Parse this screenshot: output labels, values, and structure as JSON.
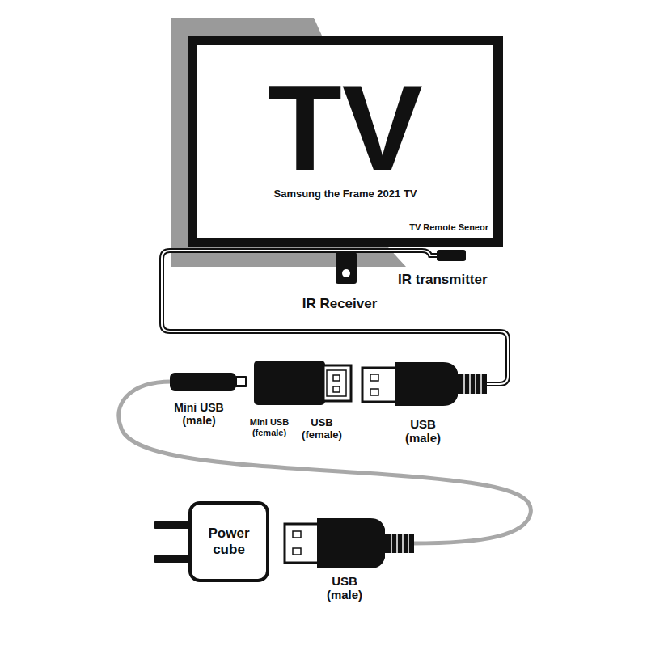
{
  "diagram": {
    "nodes": [
      {
        "text": [
          "TV",
          "Samsung the Frame 2021 TV",
          "TV Remote Seneor"
        ]
      },
      {
        "text": [
          "Power cube"
        ]
      }
    ],
    "labels": [
      "IR transmitter",
      "IR Receiver",
      "Mini USB (male)",
      "Mini USB (female)",
      "USB (female)",
      "USB (male)",
      "USB (male)"
    ]
  }
}
